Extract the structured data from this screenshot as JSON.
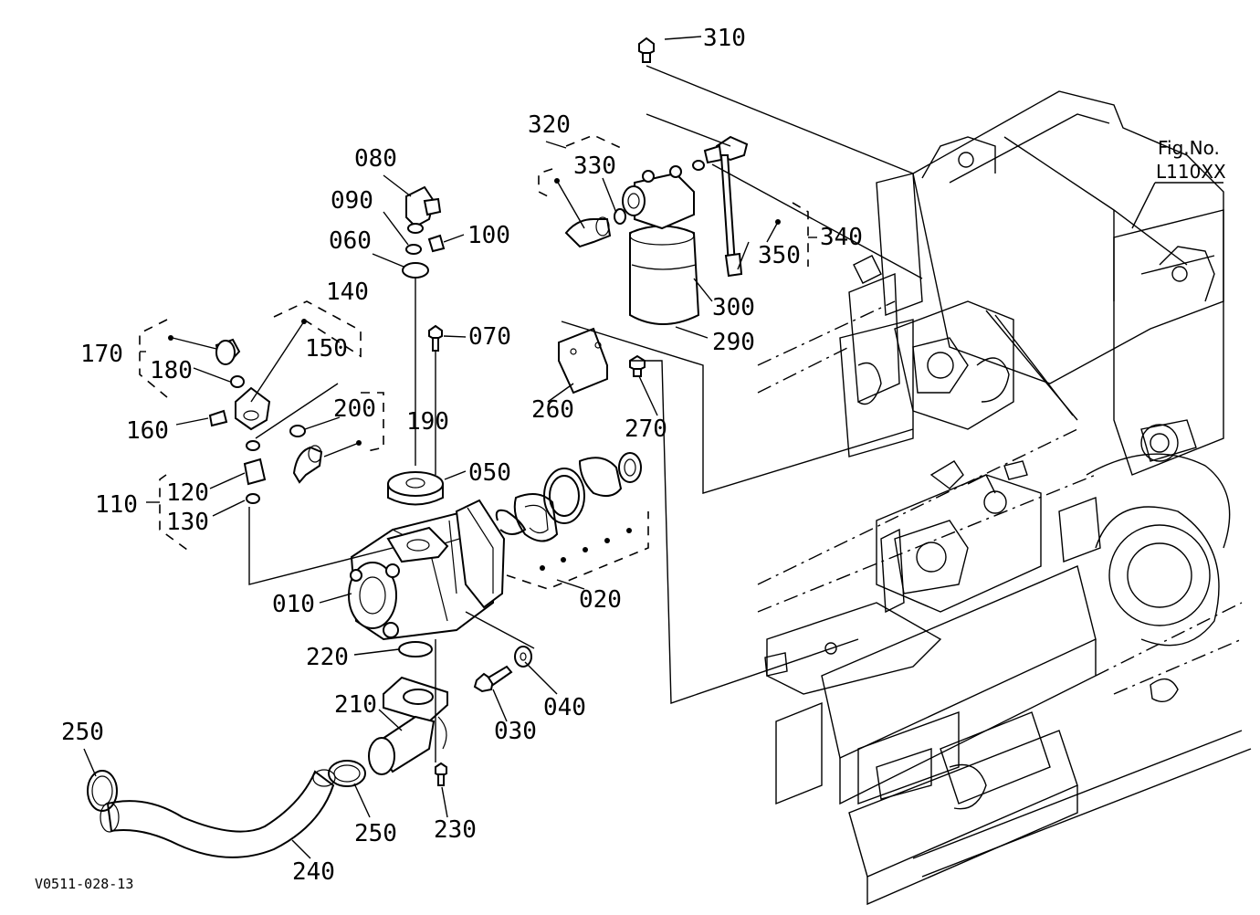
{
  "figure": {
    "fig_no_label": "Fig.No.",
    "fig_no_value": "L110XX",
    "drawing_code": "V0511-028-13"
  },
  "callouts": {
    "c010": "010",
    "c020": "020",
    "c030": "030",
    "c040": "040",
    "c050": "050",
    "c060": "060",
    "c070": "070",
    "c080": "080",
    "c090": "090",
    "c100": "100",
    "c110": "110",
    "c120": "120",
    "c130": "130",
    "c140": "140",
    "c150": "150",
    "c160": "160",
    "c170": "170",
    "c180": "180",
    "c190": "190",
    "c200": "200",
    "c210": "210",
    "c220": "220",
    "c230": "230",
    "c240": "240",
    "c250a": "250",
    "c250b": "250",
    "c260": "260",
    "c270": "270",
    "c290": "290",
    "c300": "300",
    "c310": "310",
    "c320": "320",
    "c330": "330",
    "c340": "340",
    "c350": "350"
  }
}
